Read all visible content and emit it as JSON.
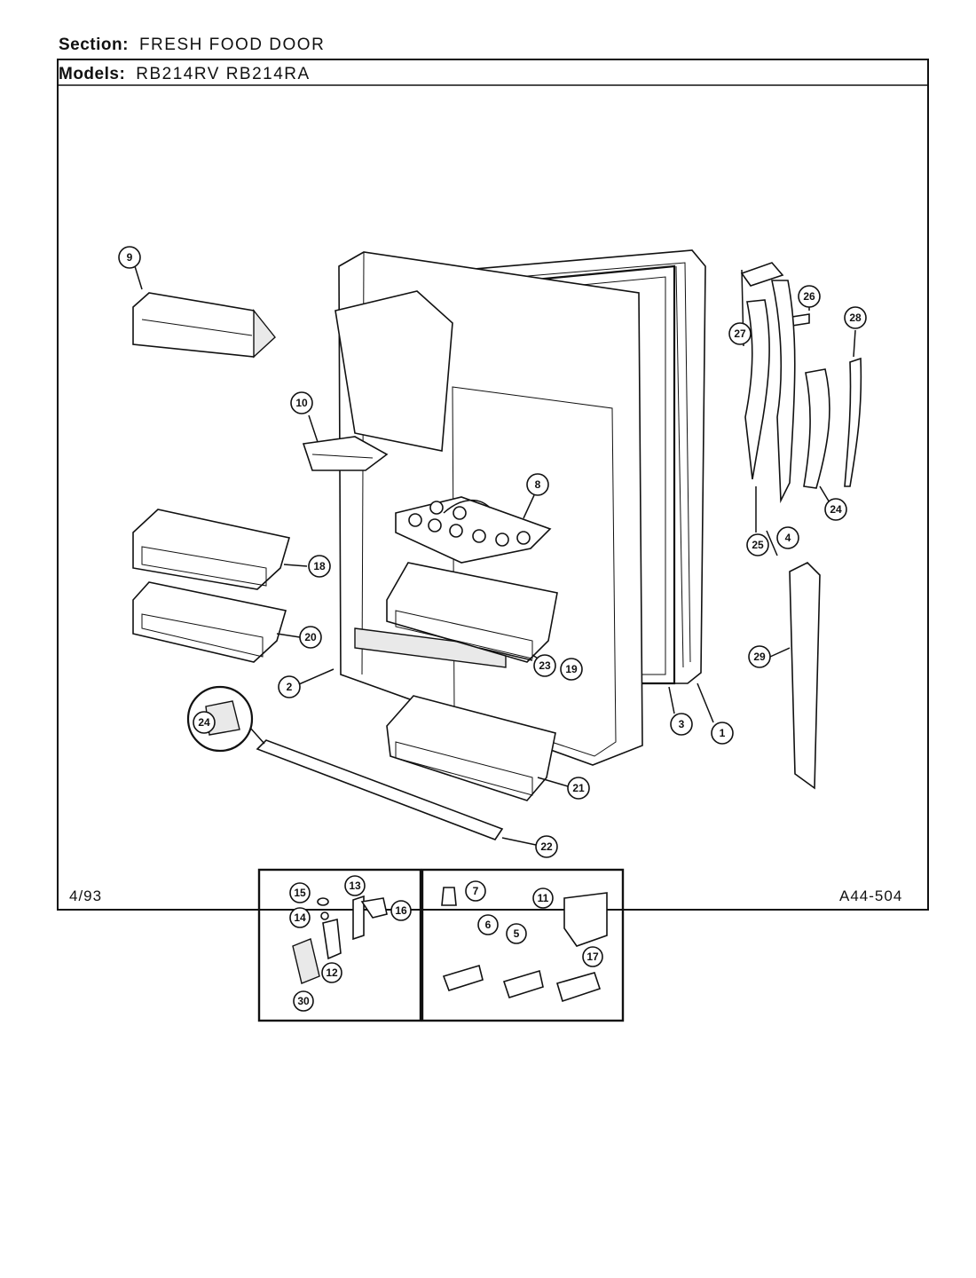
{
  "header": {
    "section_label": "Section:",
    "section_value": "FRESH FOOD DOOR",
    "models_label": "Models:",
    "models_value": "RB214RV RB214RA"
  },
  "footer": {
    "date": "4/93",
    "code": "A44-504"
  },
  "callouts": [
    "1",
    "2",
    "3",
    "4",
    "5",
    "6",
    "7",
    "8",
    "9",
    "10",
    "11",
    "12",
    "13",
    "14",
    "15",
    "16",
    "17",
    "18",
    "19",
    "20",
    "21",
    "22",
    "23",
    "24",
    "24",
    "25",
    "26",
    "27",
    "28",
    "29",
    "30"
  ]
}
